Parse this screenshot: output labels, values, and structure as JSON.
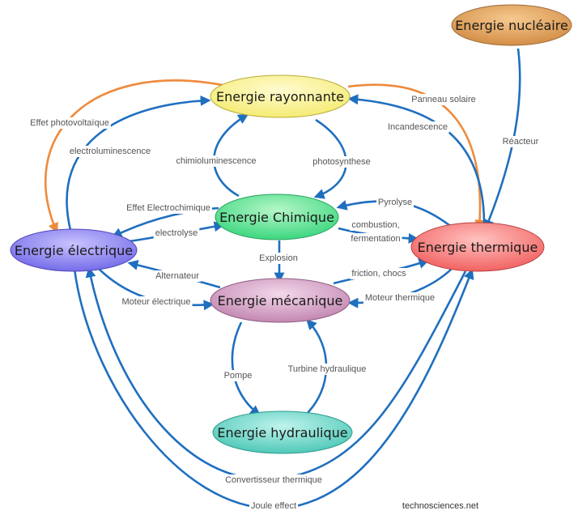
{
  "nodes": {
    "nucleaire": "Energie nucléaire",
    "rayonnante": "Energie rayonnante",
    "chimique": "Energie Chimique",
    "electrique": "Energie électrique",
    "thermique": "Energie thermique",
    "mecanique": "Energie mécanique",
    "hydraulique": "Energie hydraulique"
  },
  "edges": {
    "effet_photovoltaique": "Effet photovoltaïque",
    "electroluminescence": "electroluminescence",
    "panneau_solaire": "Panneau solaire",
    "incandescence": "Incandescence",
    "reacteur": "Réacteur",
    "chimioluminescence": "chimioluminescence",
    "photosynthese": "photosynthese",
    "pyrolyse": "Pyrolyse",
    "effet_electrochimique": "Effet Electrochimique",
    "electrolyse": "electrolyse",
    "combustion": "combustion,",
    "fermentation": "fermentation",
    "explosion": "Explosion",
    "friction": "friction, chocs",
    "alternateur": "Alternateur",
    "moteur_electrique": "Moteur électrique",
    "moteur_thermique": "Moteur thermique",
    "pompe": "Pompe",
    "turbine": "Turbine hydraulique",
    "convertisseur": "Convertisseur thermique",
    "joule": "Joule effect"
  },
  "credit": "technosciences.net",
  "colors": {
    "arrow_blue": "#1f6fbf",
    "arrow_orange": "#ee8a3c",
    "nucleaire": "#d9914a",
    "rayonnante": "#fbf48a",
    "chimique": "#55e08a",
    "electrique": "#7f78ec",
    "thermique": "#f56e6e",
    "mecanique": "#c890b8",
    "hydraulique": "#5ecfc0"
  }
}
